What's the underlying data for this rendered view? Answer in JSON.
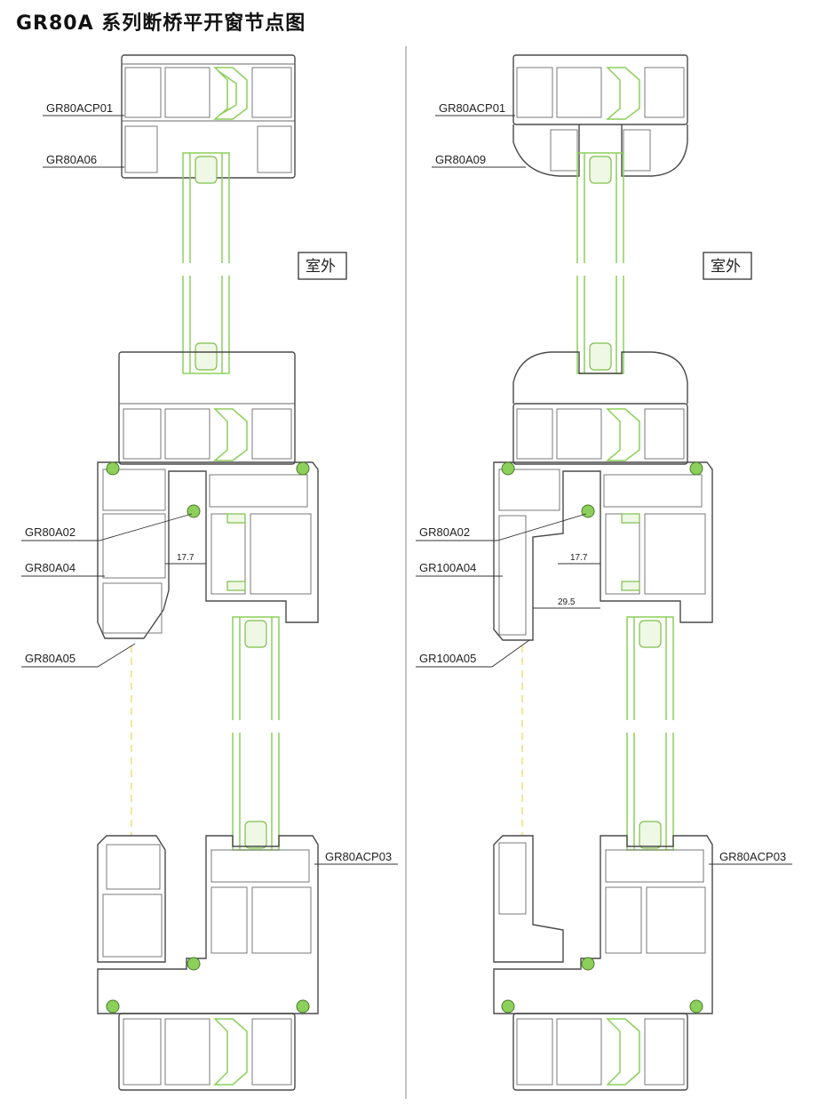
{
  "title": "GR80A 系列断桥平开窗节点图",
  "left": {
    "labels": {
      "frame_top": "GR80ACP01",
      "bead_top": "GR80A06",
      "sash": "GR80A02",
      "handle_frame": "GR80A04",
      "handle": "GR80A05",
      "frame_bottom": "GR80ACP03"
    },
    "outside": "室外",
    "dims": {
      "gap": "17.7"
    }
  },
  "right": {
    "labels": {
      "frame_top": "GR80ACP01",
      "bead_top": "GR80A09",
      "sash": "GR80A02",
      "handle_frame": "GR100A04",
      "handle": "GR100A05",
      "frame_bottom": "GR80ACP03"
    },
    "outside": "室外",
    "dims": {
      "gap": "17.7",
      "gap2": "29.5"
    }
  },
  "colors": {
    "glass": "#8ccf5a",
    "profile": "#4a4a4a",
    "hinge_line": "#f0dc6a"
  }
}
